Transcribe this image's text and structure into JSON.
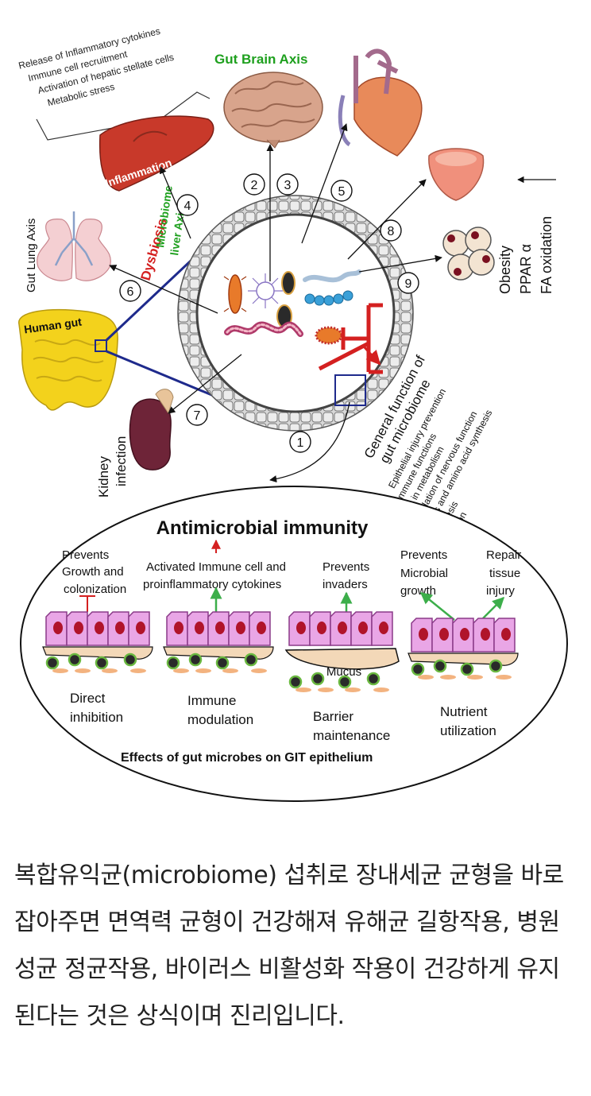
{
  "figure": {
    "top_notes": [
      "Release of Inflammatory cytokines",
      "Immune cell recruitment",
      "Activation of hepatic stellate cells",
      "Metabolic stress"
    ],
    "gut_brain_axis": "Gut Brain Axis",
    "inflammation": "Inflammation",
    "dysbiosis": "Dysbiosis",
    "microbiome_liver_axis": [
      "Microbiome",
      "liver Axis"
    ],
    "gut_lung_axis": "Gut Lung Axis",
    "human_gut": "Human gut",
    "kidney_infection": [
      "Kidney",
      "infection"
    ],
    "right_labels": [
      "Obesity",
      "PPAR α",
      "FA oxidation"
    ],
    "general_function_title": [
      "General function of",
      "gut microbiome"
    ],
    "general_function_items": [
      "Epithelial injury prevention",
      "Immune functions",
      "Aid in metabolism",
      "Modulation of nervous function",
      "Vitamins and amino acid synthesis",
      "Angiogenesis",
      "Fat deposition"
    ],
    "numbers": [
      "1",
      "2",
      "3",
      "4",
      "5",
      "6",
      "7",
      "8",
      "9"
    ],
    "antimicrobial_title": "Antimicrobial immunity",
    "panel1_top": [
      "Prevents",
      "Growth and",
      "colonization"
    ],
    "panel2_top": [
      "Activated Immune cell  and",
      "proinflammatory cytokines"
    ],
    "panel3_top": [
      "Prevents",
      "invaders"
    ],
    "panel4_top_a": [
      "Prevents",
      "Microbial",
      "growth"
    ],
    "panel4_top_b": [
      "Repair",
      "tissue",
      "injury"
    ],
    "mucus": "Mucus",
    "panel1_bottom": [
      "Direct",
      "inhibition"
    ],
    "panel2_bottom": [
      "Immune",
      "modulation"
    ],
    "panel3_bottom": [
      "Barrier",
      "maintenance"
    ],
    "panel4_bottom": [
      "Nutrient",
      "utilization"
    ],
    "effects_caption": "Effects of  gut microbes on GIT epithelium"
  },
  "caption": "복합유익균(microbiome) 섭취로 장내세균 균형을 바로잡아주면 면역력 균형이 건강해져 유해균 길항작용, 병원성균 정균작용, 바이러스 비활성화 작용이 건강하게 유지된다는 것은 상식이며 진리입니다.",
  "colors": {
    "green_label": "#1ea01e",
    "red_label": "#d42020",
    "liver": "#c8392a",
    "gut": "#f3d21c",
    "cell": "#e9a6e6",
    "nucleus": "#b0142a",
    "arrow_green": "#3cae4a",
    "blue_lines": "#1e2a8c"
  }
}
